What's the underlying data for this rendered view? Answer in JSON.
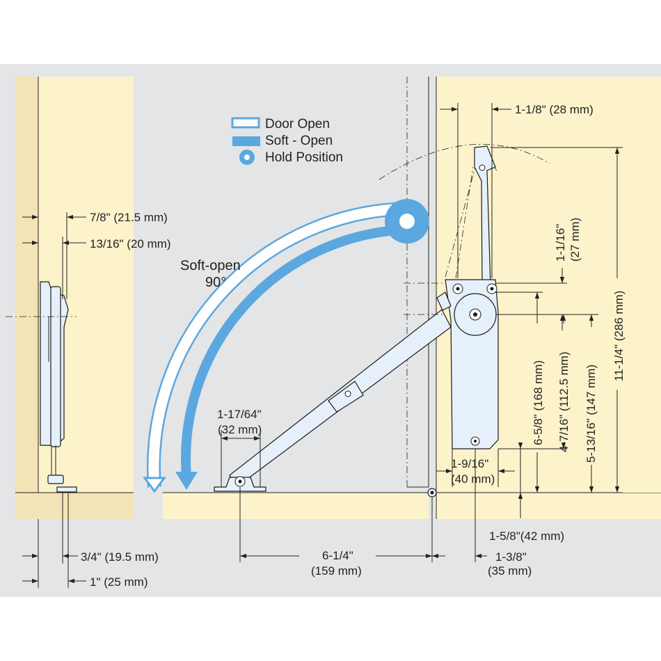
{
  "colors": {
    "background": "#e4e5e6",
    "wood": "#fcf3cb",
    "wood_edge": "#f3e3b6",
    "arrow_blue": "#5ba7e0",
    "part_fill": "#e6f0fa"
  },
  "legend": {
    "door_open": "Door Open",
    "soft_open": "Soft - Open",
    "hold_position": "Hold Position"
  },
  "arc_label": {
    "line1": "Soft-open",
    "line2": "90°"
  },
  "dims": {
    "left_7_8": "7/8\" (21.5 mm)",
    "left_13_16": "13/16\" (20 mm)",
    "left_3_4": "3/4\" (19.5 mm)",
    "left_1": "1\" (25 mm)",
    "base_width_line1": "1-17/64\"",
    "base_width_line2": "(32 mm)",
    "span_line1": "6-1/4\"",
    "span_line2": "(159 mm)",
    "offset_line1": "1-3/8\"",
    "offset_line2": "(35 mm)",
    "top_1_1_8": "1-1/8\" (28 mm)",
    "vert_1_1_16_line1": "1-1/16\"",
    "vert_1_1_16_line2": "(27 mm)",
    "vert_11_1_4": "11-1/4\" (286 mm)",
    "vert_6_5_8": "6-5/8\" (168 mm)",
    "vert_4_7_16": "4-7/16\" (112.5 mm)",
    "vert_5_13_16": "5-13/16\" (147 mm)",
    "base_1_9_16_line1": "1-9/16\"",
    "base_1_9_16_line2": "(40 mm)",
    "bottom_1_5_8": "1-5/8\"(42 mm)"
  }
}
